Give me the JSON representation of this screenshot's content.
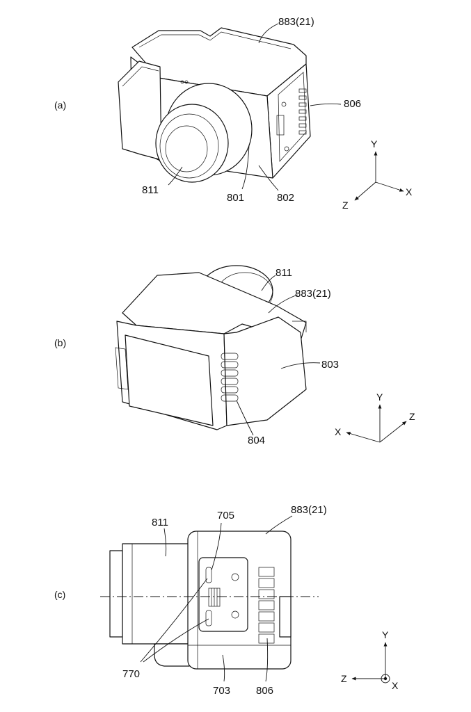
{
  "panels": [
    {
      "id": "a",
      "label": "(a)",
      "parts": [
        "883(21)",
        "806",
        "811",
        "801",
        "802"
      ],
      "axes": [
        "Y",
        "X",
        "Z"
      ]
    },
    {
      "id": "b",
      "label": "(b)",
      "parts": [
        "811",
        "883(21)",
        "803",
        "804"
      ],
      "axes": [
        "Y",
        "Z",
        "X"
      ]
    },
    {
      "id": "c",
      "label": "(c)",
      "parts": [
        "811",
        "705",
        "883(21)",
        "770",
        "703",
        "806"
      ],
      "axes": [
        "Y",
        "Z",
        "X"
      ]
    }
  ]
}
